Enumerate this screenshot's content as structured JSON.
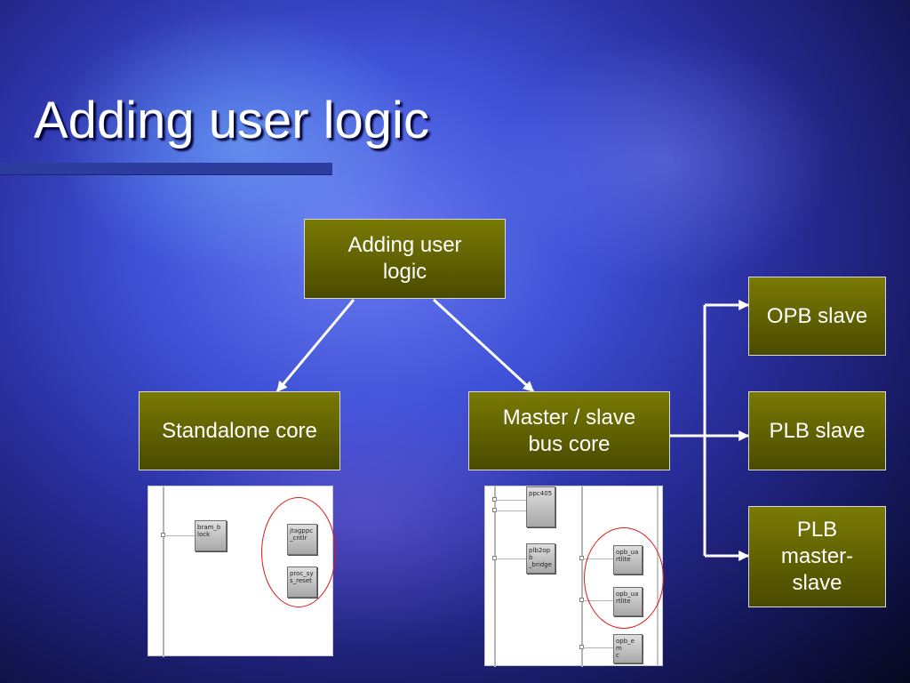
{
  "slide": {
    "title": "Adding user logic"
  },
  "diagram": {
    "root": "Adding user\nlogic",
    "left_branch": "Standalone core",
    "right_branch": "Master / slave\nbus core",
    "options": [
      "OPB slave",
      "PLB slave",
      "PLB\nmaster-\nslave"
    ]
  },
  "screenshot_left": {
    "chips": [
      "bram_b\nlock",
      "jtagppc\n_cntlr",
      "proc_sy\ns_reset"
    ]
  },
  "screenshot_right": {
    "chips": [
      "ppc405",
      "plb2opb\n_bridge",
      "opb_ua\nrtlite",
      "opb_ua\nrtlite",
      "opb_em\nc"
    ]
  },
  "colors": {
    "box_fill_top": "#7a7a05",
    "box_fill_bottom": "#4a4a00",
    "box_border": "#d8d8d8",
    "arrow": "#ffffff",
    "highlight_ring": "#e01818"
  }
}
